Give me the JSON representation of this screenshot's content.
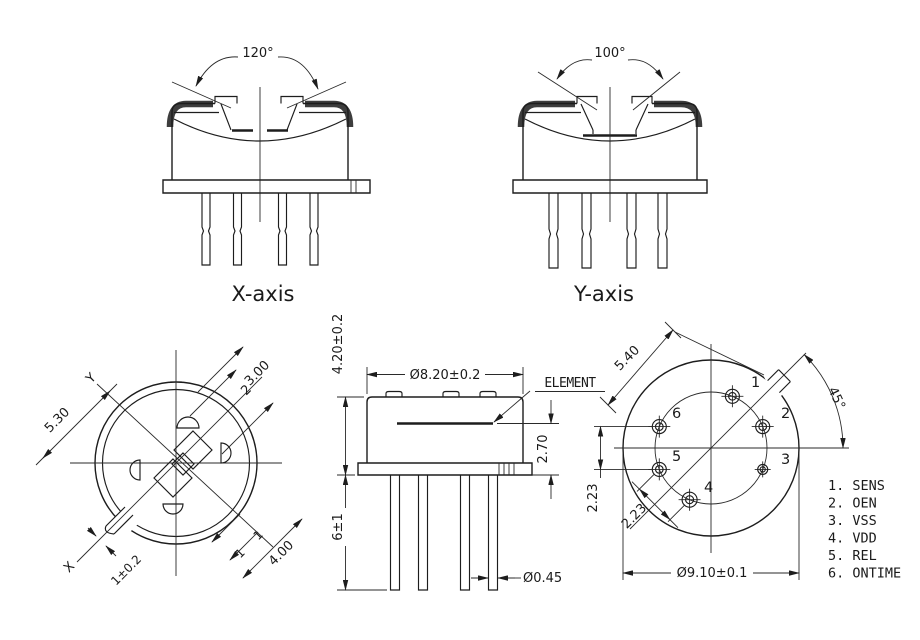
{
  "colors": {
    "line": "#1d1d1d",
    "hatch": "#3d3d3d",
    "background": "#ffffff"
  },
  "views": {
    "x_axis_view": {
      "label": "X-axis",
      "beam_angle": "120°"
    },
    "y_axis_view": {
      "label": "Y-axis",
      "beam_angle": "100°"
    },
    "bottom_view": {
      "axis_x": "X",
      "axis_y": "Y",
      "dim_5_30": "5.30",
      "dim_3_00": "3.00",
      "dim_2": "2",
      "dim_1_a": "1",
      "dim_1_b": "1",
      "dim_4_00": "4.00",
      "dim_tab_width": "1±0.2"
    },
    "side_view": {
      "dim_can_height": "4.20±0.2",
      "dim_can_diameter": "Ø8.20±0.2",
      "element_label": "ELEMENT",
      "dim_element_depth": "2.70",
      "dim_pin_length": "6±1",
      "dim_pin_diameter": "Ø0.45"
    },
    "pin_view": {
      "dim_pin_span": "5.40",
      "dim_tab_angle": "45°",
      "dim_pitch_vertical": "2.23",
      "dim_pitch_diagonal": "2.23",
      "dim_flange_diameter": "Ø9.10±0.1",
      "pins": [
        "1",
        "2",
        "3",
        "4",
        "5",
        "6"
      ],
      "legend": [
        "1. SENS",
        "2. OEN",
        "3. VSS",
        "4. VDD",
        "5. REL",
        "6. ONTIME"
      ]
    }
  }
}
